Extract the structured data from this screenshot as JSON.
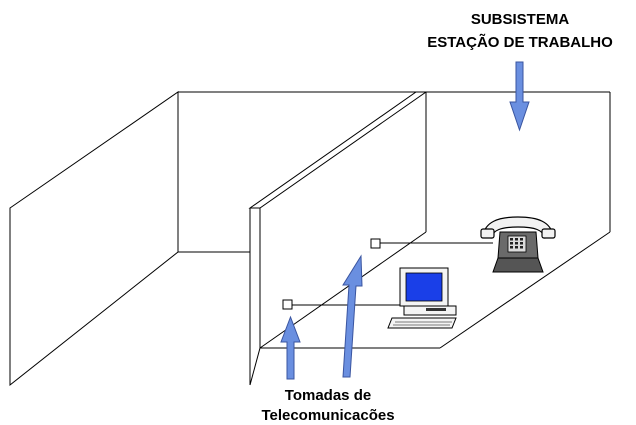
{
  "diagram": {
    "top_label": {
      "line1": "SUBSISTEMA",
      "line2": "ESTAÇÃO DE TRABALHO"
    },
    "bottom_label": {
      "line1": "Tomadas de",
      "line2": "Telecomunicacões"
    },
    "colors": {
      "arrow_fill": "#6a8fe0",
      "arrow_stroke": "#3a55a0",
      "monitor_screen": "#1a3fe8",
      "phone_dark": "#4a4a4a",
      "line": "#000000",
      "background": "#ffffff"
    },
    "icons": [
      "down-arrow-icon",
      "up-arrow-icon",
      "telephone-icon",
      "computer-icon",
      "outlet-icon"
    ]
  }
}
